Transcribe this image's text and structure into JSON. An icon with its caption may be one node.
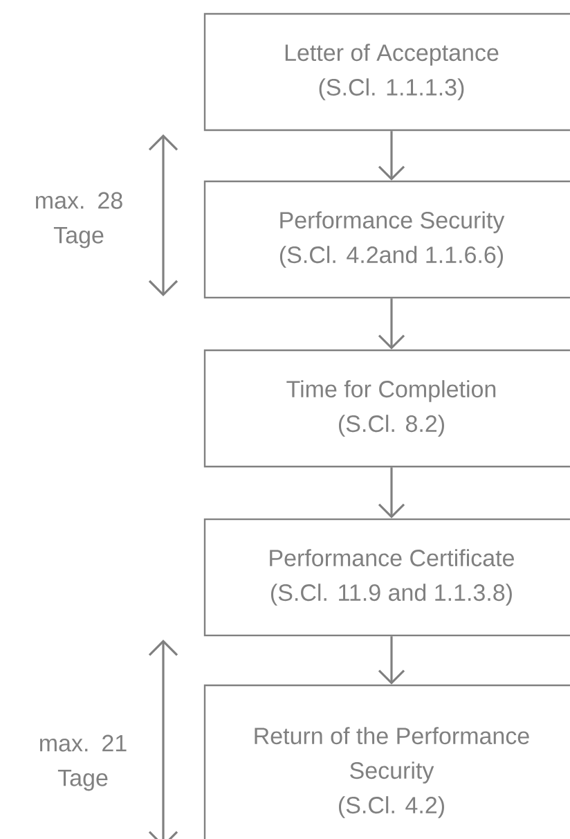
{
  "diagram": {
    "nodes": [
      {
        "text": [
          "Letter of Acceptance",
          "(S.Cl. 1.1.1.3)"
        ]
      },
      {
        "text": [
          "Performance Security",
          "(S.Cl. 4.2and 1.1.6.6)"
        ]
      },
      {
        "text": [
          "Time for Completion",
          "(S.Cl. 8.2)"
        ]
      },
      {
        "text": [
          "Performance Certificate",
          "(S.Cl. 11.9 and 1.1.3.8)"
        ]
      },
      {
        "text": [
          "Return of the Performance Security",
          "(S.Cl. 4.2)"
        ]
      }
    ],
    "edges": [
      {
        "from": 0,
        "to": 1,
        "arrow": "to"
      },
      {
        "from": 1,
        "to": 2,
        "arrow": "to"
      },
      {
        "from": 2,
        "to": 3,
        "arrow": "to"
      },
      {
        "from": 3,
        "to": 4,
        "arrow": "to"
      }
    ],
    "labels": [
      "max. 28 Tage",
      "max. 21 Tage"
    ]
  }
}
